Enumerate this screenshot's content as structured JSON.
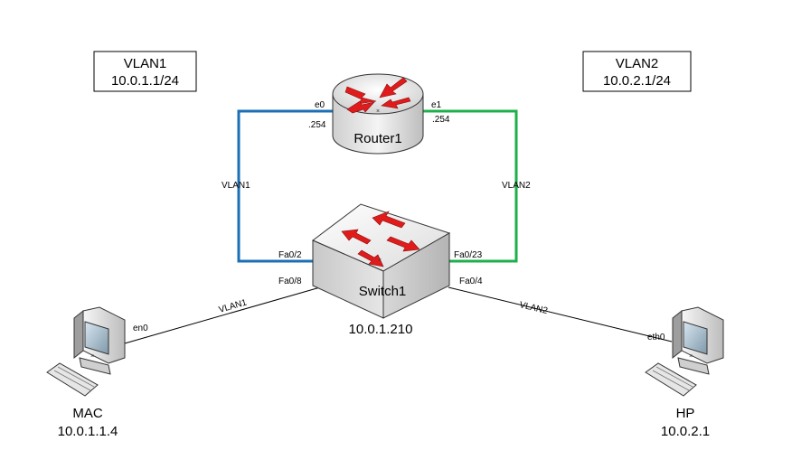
{
  "vlan1_box": {
    "line1": "VLAN1",
    "line2": "10.0.1.1/24"
  },
  "vlan2_box": {
    "line1": "VLAN2",
    "line2": "10.0.2.1/24"
  },
  "router": {
    "name": "Router1",
    "if_left": "e0",
    "if_left_addr": ".254",
    "if_right": "e1",
    "if_right_addr": ".254"
  },
  "switch": {
    "name": "Switch1",
    "ip": "10.0.1.210",
    "port_router_vlan1": "Fa0/2",
    "port_router_vlan2": "Fa0/23",
    "port_mac": "Fa0/8",
    "port_hp": "Fa0/4"
  },
  "links": {
    "router_vlan1": "VLAN1",
    "router_vlan2": "VLAN2",
    "mac_link": "VLAN1",
    "hp_link": "VLAN2"
  },
  "mac": {
    "name": "MAC",
    "ip": "10.0.1.1.4",
    "iface": "en0"
  },
  "hp": {
    "name": "HP",
    "ip": "10.0.2.1",
    "iface": "eth0"
  },
  "colors": {
    "vlan1_link": "#1a6fb5",
    "vlan2_link": "#1db04a",
    "arrow": "#e01b1b"
  }
}
